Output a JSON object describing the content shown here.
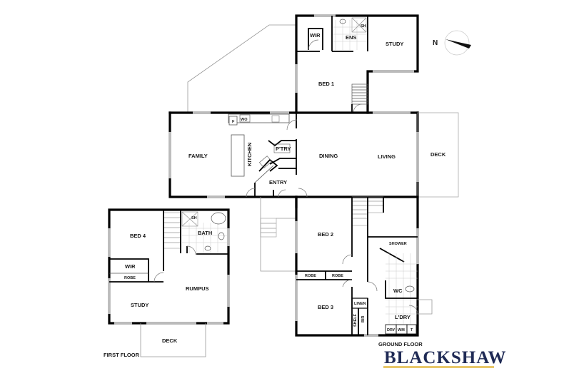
{
  "brand": {
    "name": "BLACKSHAW",
    "text_color": "#1f2a55",
    "underline_color": "#e8c76a"
  },
  "compass": {
    "label": "N",
    "icon": "north-arrow-icon"
  },
  "ground_floor": {
    "title": "GROUND FLOOR",
    "rooms": {
      "wir": "WIR",
      "ens": "ENS",
      "sh_ens": "SH",
      "study": "STUDY",
      "bed1": "BED 1",
      "family": "FAMILY",
      "kitchen": "KITCHEN",
      "fridge": "F",
      "wo": "WO",
      "pantry": "P'TRY",
      "entry": "ENTRY",
      "dining": "DINING",
      "living": "LIVING",
      "deck": "DECK",
      "bed2": "BED 2",
      "robe1": "ROBE",
      "robe2": "ROBE",
      "bed3": "BED 3",
      "linen": "LINEN",
      "shelf": "SHELF",
      "bir": "BIR",
      "shower": "SHOWER",
      "wc": "WC",
      "ldry": "L'DRY",
      "dry": "DRY",
      "wm": "WM",
      "tub": "T"
    }
  },
  "first_floor": {
    "title": "FIRST FLOOR",
    "rooms": {
      "bed4": "BED 4",
      "sh": "SH",
      "bath": "BATH",
      "wir": "WIR",
      "robe": "ROBE",
      "rumpus": "RUMPUS",
      "study": "STUDY",
      "deck": "DECK"
    }
  }
}
